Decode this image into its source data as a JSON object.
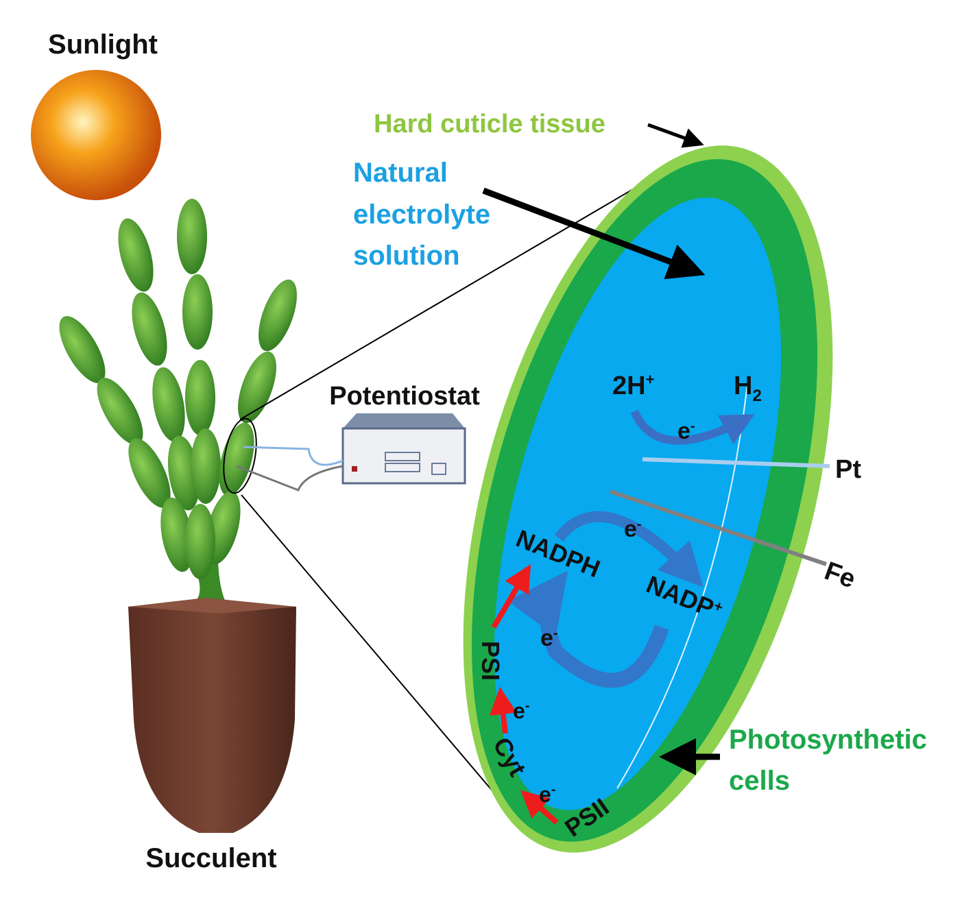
{
  "labels": {
    "sunlight": "Sunlight",
    "hard_cuticle": "Hard cuticle tissue",
    "electrolyte_1": "Natural",
    "electrolyte_2": "electrolyte",
    "electrolyte_3": "solution",
    "potentiostat": "Potentiostat",
    "proton": "2H",
    "proton_sup": "+",
    "hydrogen": "H",
    "hydrogen_sub": "2",
    "electron": "e",
    "electron_sup": "-",
    "pt": "Pt",
    "fe": "Fe",
    "nadph": "NADPH",
    "nadp": "NADP",
    "nadp_sup": "+",
    "psi": "PSI",
    "cyt": "Cyt",
    "psii": "PSII",
    "photo_1": "Photosynthetic",
    "photo_2": "cells",
    "succulent": "Succulent"
  },
  "colors": {
    "cuticle": "#8dc63f",
    "photosynthetic": "#1aa84b",
    "electrolyte": "#1ba1e2",
    "leaf_dark": "#1aa84b",
    "leaf_light": "#8dd14f",
    "pot": "#6b3a2a",
    "flow_arrow": "#3a6fc4",
    "red_arrow": "#ee1c1c"
  }
}
